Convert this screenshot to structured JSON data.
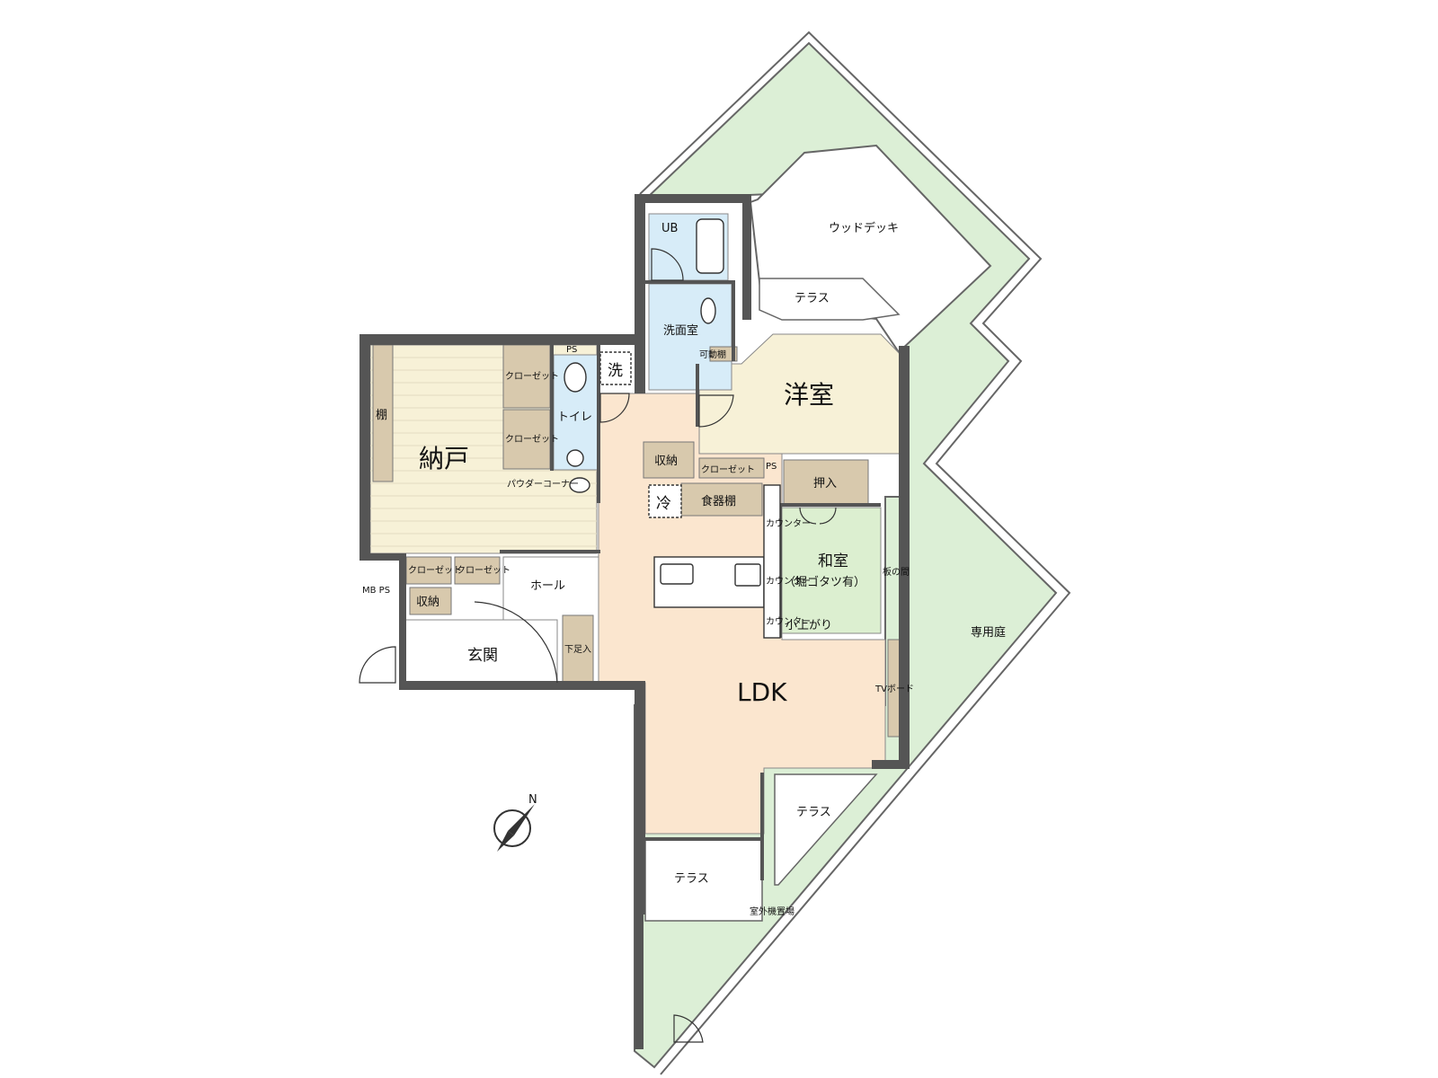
{
  "colors": {
    "garden": "#dcefd6",
    "ldk": "#fbe6cf",
    "wood_floor": "#f7f1d7",
    "wet_area": "#d7ecf8",
    "tatami": "#dcefd0",
    "storage": "#d8c9ad",
    "wall": "#555555"
  },
  "rooms": {
    "ldk": "LDK",
    "western_room": "洋室",
    "storeroom": "納戸",
    "japanese_room": "和室",
    "japanese_room_note": "（堀ゴタツ有）",
    "entrance": "玄関",
    "hall": "ホール",
    "washroom": "洗面室",
    "toilet": "トイレ",
    "unit_bath": "UB",
    "wood_deck": "ウッドデッキ",
    "private_garden": "専用庭",
    "terrace_north": "テラス",
    "terrace_east": "テラス",
    "terrace_south": "テラス"
  },
  "storage": {
    "closet_1": "クローゼット",
    "closet_2": "クローゼット",
    "closet_3": "クローゼット",
    "closet_4": "クローゼット",
    "closet_western": "クローゼット",
    "shelf": "棚",
    "shoe_storage": "収納",
    "kitchen_storage": "収納",
    "cupboard": "食器棚",
    "closet_japanese": "押入",
    "shoe_box": "下足入",
    "movable_shelf": "可動棚",
    "tv_board": "TVボード",
    "wood_floor_area": "板の間",
    "raised_area": "小上がり",
    "counter": "カウンター",
    "counter_2": "カウンター",
    "counter_3": "カウンター",
    "powder_corner": "パウダーコーナー"
  },
  "symbols": {
    "pipe_space": "PS",
    "pipe_space_2": "PS",
    "mb_ps": "MB PS",
    "washer": "洗",
    "fridge": "冷",
    "outdoor_unit": "室外機置場",
    "north": "N"
  }
}
